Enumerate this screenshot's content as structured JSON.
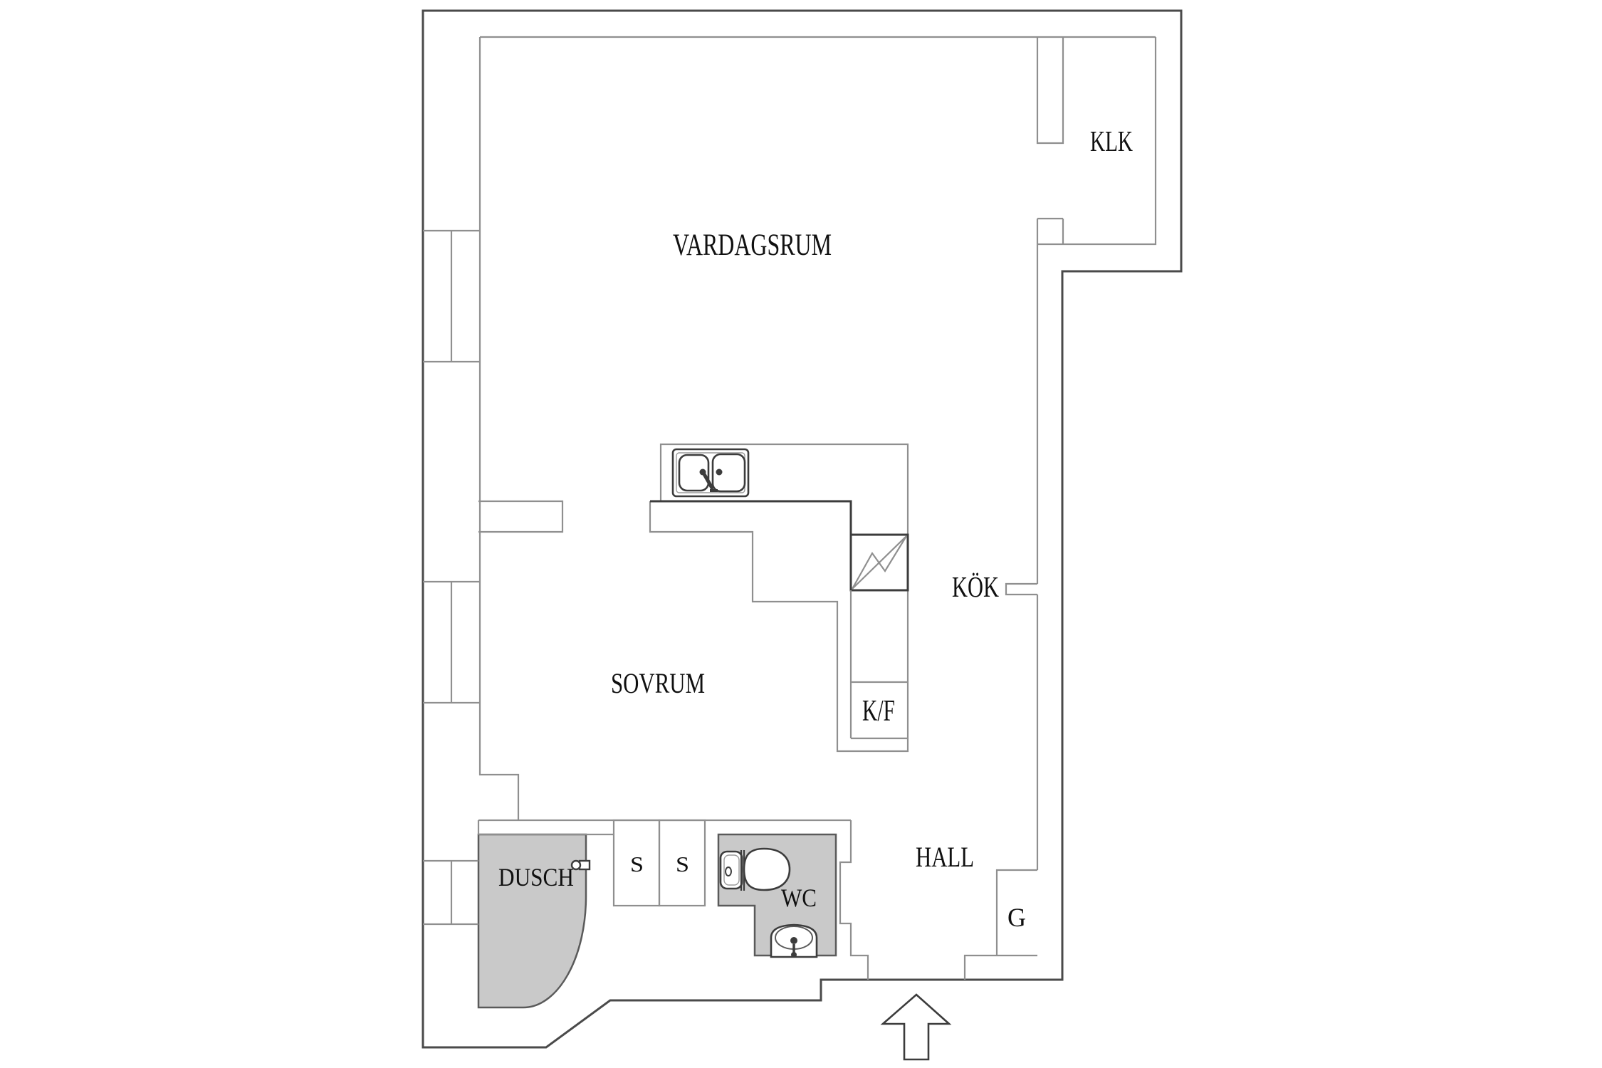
{
  "document": {
    "type": "apartment-floor-plan",
    "language": "Swedish",
    "background_color": "#ffffff"
  },
  "colors": {
    "outer_wall": "#4a4a4a",
    "inner_wall": "#8f8f8f",
    "fixture_dark": "#3c3c3c",
    "wet_room_floor": "#c9c9c9",
    "wet_room_edge": "#5a5a5a",
    "label_color": "#101010"
  },
  "rooms": {
    "vardagsrum": {
      "label": "VARDAGSRUM"
    },
    "klk": {
      "label": "KLK"
    },
    "kok": {
      "label": "KÖK"
    },
    "sovrum": {
      "label": "SOVRUM"
    },
    "kf": {
      "label": "K/F"
    },
    "hall": {
      "label": "HALL"
    },
    "dusch": {
      "label": "DUSCH"
    },
    "wc": {
      "label": "WC"
    },
    "cabinet1": {
      "label": "S"
    },
    "cabinet2": {
      "label": "S"
    },
    "garderob": {
      "label": "G"
    }
  },
  "fixtures": [
    "double-kitchen-sink",
    "stove-electric-symbol",
    "fridge-freezer",
    "toilet",
    "washbasin",
    "shower-door-handle",
    "entrance-arrow"
  ],
  "windows": {
    "count": 3,
    "wall": "west"
  },
  "entrance": {
    "direction": "up",
    "location": "south-hall"
  }
}
